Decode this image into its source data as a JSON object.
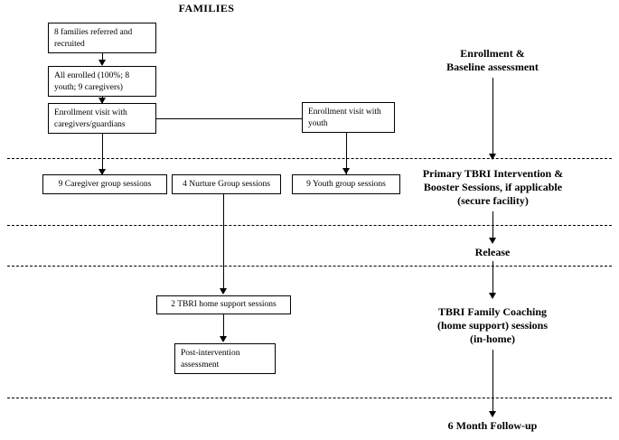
{
  "diagram": {
    "title": "FAMILIES",
    "left_column_boxes": [
      {
        "id": "referred",
        "label": "8 families referred and recruited"
      },
      {
        "id": "enrolled",
        "label": "All enrolled (100%; 8 youth; 9 caregivers)"
      },
      {
        "id": "enrollment-visit-caregivers",
        "label": "Enrollment visit with caregivers/guardians"
      },
      {
        "id": "enrollment-visit-youth",
        "label": "Enrollment visit with youth"
      },
      {
        "id": "caregiver-group-sessions",
        "label": "9 Caregiver group sessions"
      },
      {
        "id": "nurture-group-sessions",
        "label": "4 Nurture Group sessions"
      },
      {
        "id": "youth-group-sessions",
        "label": "9 Youth group sessions"
      },
      {
        "id": "tbri-home-support-sessions",
        "label": "2 TBRI home support sessions"
      },
      {
        "id": "post-intervention-assessment",
        "label": "Post-intervention assessment"
      }
    ],
    "stage_labels": [
      {
        "id": "enrollment-baseline",
        "line1": "Enrollment &",
        "line2": "Baseline assessment",
        "line3": ""
      },
      {
        "id": "primary-tbri",
        "line1": "Primary TBRI Intervention &",
        "line2": "Booster Sessions, if applicable",
        "line3": "(secure facility)"
      },
      {
        "id": "release",
        "line1": "Release",
        "line2": "",
        "line3": ""
      },
      {
        "id": "tbri-family-coaching",
        "line1": "TBRI Family Coaching",
        "line2": "(home support) sessions",
        "line3": "(in-home)"
      },
      {
        "id": "six-month-followup",
        "line1": "6 Month Follow-up",
        "line2": "",
        "line3": ""
      }
    ],
    "colors": {
      "stroke": "#000000",
      "background": "#ffffff",
      "text": "#000000"
    }
  }
}
